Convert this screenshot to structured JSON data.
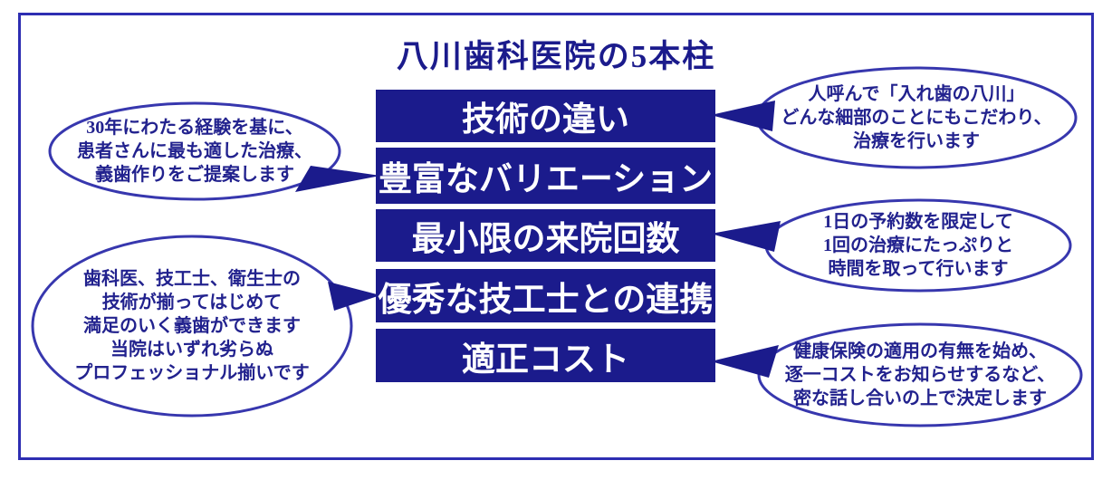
{
  "title": "八川歯科医院の5本柱",
  "colors": {
    "navy": "#1b1b8c",
    "stroke": "#3737ae",
    "ink": "#22228e",
    "frame": "#2e2eb2"
  },
  "pillars": [
    {
      "label": "技術の違い"
    },
    {
      "label": "豊富なバリエーション"
    },
    {
      "label": "最小限の来院回数"
    },
    {
      "label": "優秀な技工士との連携"
    },
    {
      "label": "適正コスト"
    }
  ],
  "callouts": [
    {
      "id": "experience",
      "side": "left",
      "points_to": "豊富なバリエーション",
      "lines": [
        "30年にわたる経験を基に、",
        "患者さんに最も適した治療、",
        "義歯作りをご提案します"
      ]
    },
    {
      "id": "denture-yakawa",
      "side": "right",
      "points_to": "技術の違い",
      "lines": [
        "人呼んで「入れ歯の八川」",
        "どんな細部のことにもこだわり、",
        "治療を行います"
      ]
    },
    {
      "id": "reservation-time",
      "side": "right",
      "points_to": "最小限の来院回数",
      "lines": [
        "1日の予約数を限定して",
        "1回の治療にたっぷりと",
        "時間を取って行います"
      ]
    },
    {
      "id": "professionals",
      "side": "left",
      "points_to": "優秀な技工士との連携",
      "lines": [
        "歯科医、技工士、衛生士の",
        "技術が揃ってはじめて",
        "満足のいく義歯ができます",
        "当院はいずれ劣らぬ",
        "プロフェッショナル揃いです"
      ]
    },
    {
      "id": "cost-transparency",
      "side": "right",
      "points_to": "適正コスト",
      "lines": [
        "健康保険の適用の有無を始め、",
        "逐一コストをお知らせするなど、",
        "密な話し合いの上で決定します"
      ]
    }
  ]
}
